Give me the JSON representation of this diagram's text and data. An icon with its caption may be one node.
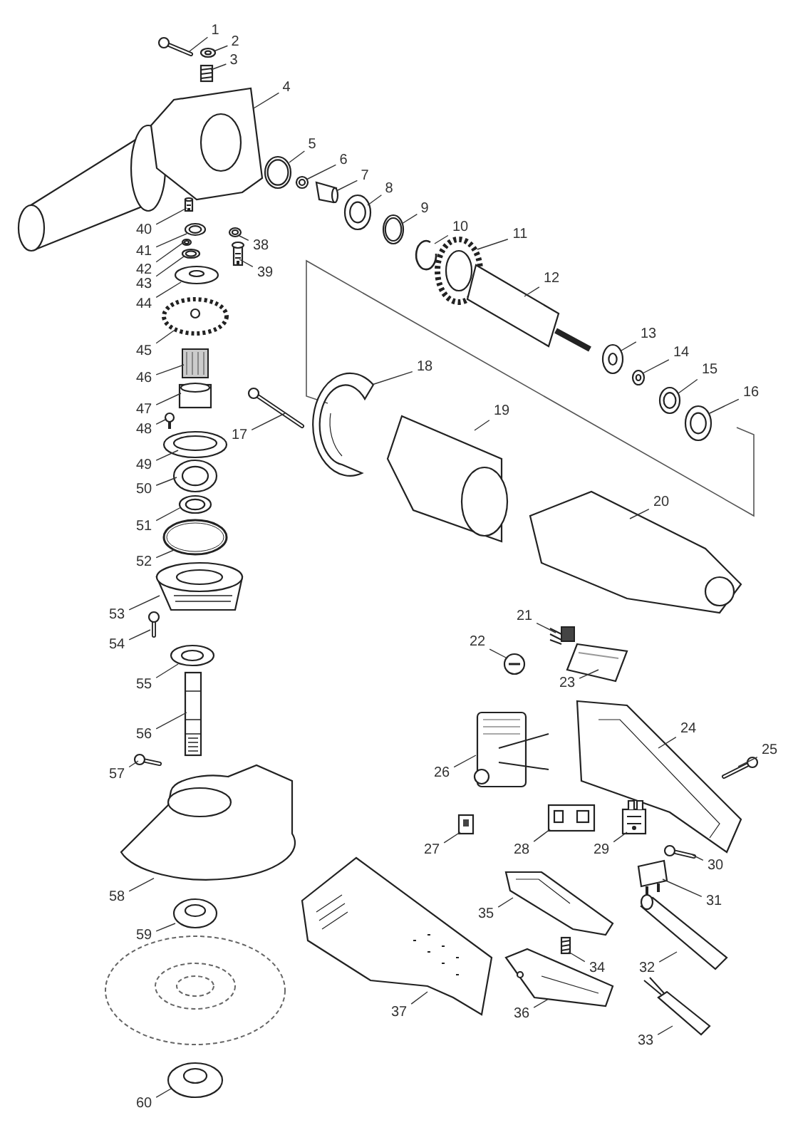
{
  "diagram": {
    "nodes": [
      {
        "text": [
          "1"
        ]
      },
      {
        "text": [
          "2"
        ]
      },
      {
        "text": [
          "3"
        ]
      },
      {
        "text": [
          "4"
        ]
      },
      {
        "text": [
          "5"
        ]
      },
      {
        "text": [
          "6"
        ]
      },
      {
        "text": [
          "7"
        ]
      },
      {
        "text": [
          "8"
        ]
      },
      {
        "text": [
          "9"
        ]
      },
      {
        "text": [
          "10"
        ]
      },
      {
        "text": [
          "11"
        ]
      },
      {
        "text": [
          "12"
        ]
      },
      {
        "text": [
          "13"
        ]
      },
      {
        "text": [
          "14"
        ]
      },
      {
        "text": [
          "15"
        ]
      },
      {
        "text": [
          "16"
        ]
      },
      {
        "text": [
          "17"
        ]
      },
      {
        "text": [
          "18"
        ]
      },
      {
        "text": [
          "19"
        ]
      },
      {
        "text": [
          "20"
        ]
      },
      {
        "text": [
          "21"
        ]
      },
      {
        "text": [
          "22"
        ]
      },
      {
        "text": [
          "23"
        ]
      },
      {
        "text": [
          "24"
        ]
      },
      {
        "text": [
          "25"
        ]
      },
      {
        "text": [
          "26"
        ]
      },
      {
        "text": [
          "27"
        ]
      },
      {
        "text": [
          "28"
        ]
      },
      {
        "text": [
          "29"
        ]
      },
      {
        "text": [
          "30"
        ]
      },
      {
        "text": [
          "31"
        ]
      },
      {
        "text": [
          "32"
        ]
      },
      {
        "text": [
          "33"
        ]
      },
      {
        "text": [
          "34"
        ]
      },
      {
        "text": [
          "35"
        ]
      },
      {
        "text": [
          "36"
        ]
      },
      {
        "text": [
          "37"
        ]
      },
      {
        "text": [
          "38"
        ]
      },
      {
        "text": [
          "39"
        ]
      },
      {
        "text": [
          "40"
        ]
      },
      {
        "text": [
          "41"
        ]
      },
      {
        "text": [
          "42"
        ]
      },
      {
        "text": [
          "43"
        ]
      },
      {
        "text": [
          "44"
        ]
      },
      {
        "text": [
          "45"
        ]
      },
      {
        "text": [
          "46"
        ]
      },
      {
        "text": [
          "47"
        ]
      },
      {
        "text": [
          "48"
        ]
      },
      {
        "text": [
          "49"
        ]
      },
      {
        "text": [
          "50"
        ]
      },
      {
        "text": [
          "51"
        ]
      },
      {
        "text": [
          "52"
        ]
      },
      {
        "text": [
          "53"
        ]
      },
      {
        "text": [
          "54"
        ]
      },
      {
        "text": [
          "55"
        ]
      },
      {
        "text": [
          "56"
        ]
      },
      {
        "text": [
          "57"
        ]
      },
      {
        "text": [
          "58"
        ]
      },
      {
        "text": [
          "59"
        ]
      },
      {
        "text": [
          "60"
        ]
      },
      {
        "text": [],
        "shape": "picture"
      },
      {
        "text": [],
        "shape": "picture"
      },
      {
        "text": [],
        "shape": "picture"
      },
      {
        "text": [],
        "shape": "picture"
      },
      {
        "text": [],
        "shape": "picture"
      },
      {
        "text": [],
        "shape": "picture"
      },
      {
        "text": [],
        "shape": "picture"
      },
      {
        "text": [],
        "shape": "picture"
      },
      {
        "text": [],
        "shape": "picture"
      },
      {
        "text": [],
        "shape": "picture"
      },
      {
        "text": [],
        "shape": "picture"
      },
      {
        "text": [],
        "shape": "picture"
      },
      {
        "text": [],
        "shape": "picture"
      },
      {
        "text": [],
        "shape": "picture"
      },
      {
        "text": [],
        "shape": "picture"
      },
      {
        "text": [],
        "shape": "picture"
      },
      {
        "text": [],
        "shape": "picture"
      },
      {
        "text": [],
        "shape": "picture"
      },
      {
        "text": [],
        "shape": "picture"
      },
      {
        "text": [],
        "shape": "picture"
      },
      {
        "text": [],
        "shape": "picture"
      },
      {
        "text": [],
        "shape": "picture"
      },
      {
        "text": [],
        "shape": "picture"
      },
      {
        "text": [],
        "shape": "picture"
      },
      {
        "text": [],
        "shape": "picture"
      },
      {
        "text": [],
        "shape": "picture"
      },
      {
        "text": [],
        "shape": "picture"
      },
      {
        "text": [],
        "shape": "picture"
      },
      {
        "text": [],
        "shape": "picture"
      },
      {
        "text": [],
        "shape": "picture"
      },
      {
        "text": [],
        "shape": "picture"
      },
      {
        "text": [],
        "shape": "picture"
      },
      {
        "text": [],
        "shape": "picture"
      },
      {
        "text": [],
        "shape": "picture"
      },
      {
        "text": [],
        "shape": "picture"
      },
      {
        "text": [],
        "shape": "picture"
      },
      {
        "text": [],
        "shape": "picture"
      },
      {
        "text": [],
        "shape": "picture"
      },
      {
        "text": [],
        "shape": "picture"
      },
      {
        "text": [],
        "shape": "picture"
      },
      {
        "text": [],
        "shape": "picture"
      },
      {
        "text": [],
        "shape": "picture"
      },
      {
        "text": [],
        "shape": "picture"
      },
      {
        "text": [],
        "shape": "picture"
      },
      {
        "text": [],
        "shape": "picture"
      },
      {
        "text": [],
        "shape": "picture"
      },
      {
        "text": [],
        "shape": "picture"
      },
      {
        "text": [],
        "shape": "picture"
      },
      {
        "text": [],
        "shape": "picture"
      },
      {
        "text": [],
        "shape": "picture"
      },
      {
        "text": [],
        "shape": "picture"
      },
      {
        "text": [],
        "shape": "picture"
      },
      {
        "text": [],
        "shape": "picture"
      },
      {
        "text": [],
        "shape": "picture"
      },
      {
        "text": [],
        "shape": "picture"
      },
      {
        "text": [],
        "shape": "picture"
      },
      {
        "text": [],
        "shape": "picture"
      },
      {
        "text": [],
        "shape": "picture"
      },
      {
        "text": [],
        "shape": "picture"
      },
      {
        "text": [],
        "shape": "picture"
      }
    ],
    "edges": [
      {
        "from": 0,
        "to": 60,
        "arrow": "none"
      },
      {
        "from": 1,
        "to": 61,
        "arrow": "none"
      },
      {
        "from": 2,
        "to": 62,
        "arrow": "none"
      },
      {
        "from": 3,
        "to": 63,
        "arrow": "none"
      },
      {
        "from": 4,
        "to": 64,
        "arrow": "none"
      },
      {
        "from": 5,
        "to": 65,
        "arrow": "none"
      },
      {
        "from": 6,
        "to": 66,
        "arrow": "none"
      },
      {
        "from": 7,
        "to": 67,
        "arrow": "none"
      },
      {
        "from": 8,
        "to": 68,
        "arrow": "none"
      },
      {
        "from": 9,
        "to": 69,
        "arrow": "none"
      },
      {
        "from": 10,
        "to": 70,
        "arrow": "none"
      },
      {
        "from": 11,
        "to": 71,
        "arrow": "none"
      },
      {
        "from": 12,
        "to": 72,
        "arrow": "none"
      },
      {
        "from": 13,
        "to": 73,
        "arrow": "none"
      },
      {
        "from": 14,
        "to": 74,
        "arrow": "none"
      },
      {
        "from": 15,
        "to": 75,
        "arrow": "none"
      },
      {
        "from": 16,
        "to": 76,
        "arrow": "none"
      },
      {
        "from": 17,
        "to": 77,
        "arrow": "none"
      },
      {
        "from": 18,
        "to": 78,
        "arrow": "none"
      },
      {
        "from": 19,
        "to": 79,
        "arrow": "none"
      },
      {
        "from": 20,
        "to": 80,
        "arrow": "none"
      },
      {
        "from": 21,
        "to": 81,
        "arrow": "none"
      },
      {
        "from": 22,
        "to": 82,
        "arrow": "none"
      },
      {
        "from": 23,
        "to": 83,
        "arrow": "none"
      },
      {
        "from": 24,
        "to": 84,
        "arrow": "none"
      },
      {
        "from": 25,
        "to": 85,
        "arrow": "none"
      },
      {
        "from": 26,
        "to": 86,
        "arrow": "none"
      },
      {
        "from": 27,
        "to": 87,
        "arrow": "none"
      },
      {
        "from": 28,
        "to": 88,
        "arrow": "none"
      },
      {
        "from": 29,
        "to": 89,
        "arrow": "none"
      },
      {
        "from": 30,
        "to": 90,
        "arrow": "none"
      },
      {
        "from": 31,
        "to": 91,
        "arrow": "none"
      },
      {
        "from": 32,
        "to": 92,
        "arrow": "none"
      },
      {
        "from": 33,
        "to": 93,
        "arrow": "none"
      },
      {
        "from": 34,
        "to": 94,
        "arrow": "none"
      },
      {
        "from": 35,
        "to": 95,
        "arrow": "none"
      },
      {
        "from": 36,
        "to": 96,
        "arrow": "none"
      },
      {
        "from": 37,
        "to": 97,
        "arrow": "none"
      },
      {
        "from": 38,
        "to": 98,
        "arrow": "none"
      },
      {
        "from": 39,
        "to": 99,
        "arrow": "none"
      },
      {
        "from": 40,
        "to": 100,
        "arrow": "none"
      },
      {
        "from": 41,
        "to": 101,
        "arrow": "none"
      },
      {
        "from": 42,
        "to": 102,
        "arrow": "none"
      },
      {
        "from": 43,
        "to": 103,
        "arrow": "none"
      },
      {
        "from": 44,
        "to": 104,
        "arrow": "none"
      },
      {
        "from": 45,
        "to": 105,
        "arrow": "none"
      },
      {
        "from": 46,
        "to": 106,
        "arrow": "none"
      },
      {
        "from": 47,
        "to": 107,
        "arrow": "none"
      },
      {
        "from": 48,
        "to": 108,
        "arrow": "none"
      },
      {
        "from": 49,
        "to": 109,
        "arrow": "none"
      },
      {
        "from": 50,
        "to": 110,
        "arrow": "none"
      },
      {
        "from": 51,
        "to": 111,
        "arrow": "none"
      },
      {
        "from": 52,
        "to": 112,
        "arrow": "none"
      },
      {
        "from": 53,
        "to": 113,
        "arrow": "none"
      },
      {
        "from": 54,
        "to": 114,
        "arrow": "none"
      },
      {
        "from": 55,
        "to": 115,
        "arrow": "none"
      },
      {
        "from": 56,
        "to": 116,
        "arrow": "none"
      },
      {
        "from": 57,
        "to": 117,
        "arrow": "none"
      },
      {
        "from": 58,
        "to": 118,
        "arrow": "none"
      },
      {
        "from": 59,
        "to": 119,
        "arrow": "none"
      }
    ]
  }
}
